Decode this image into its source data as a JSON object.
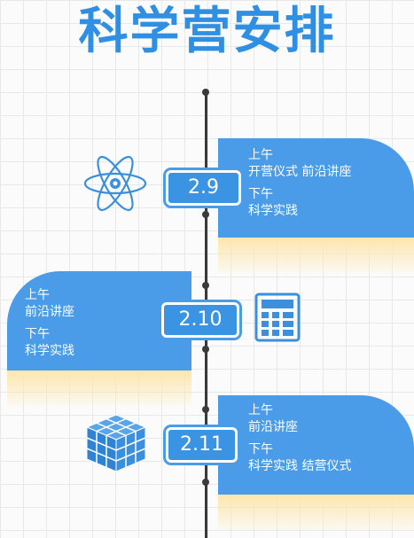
{
  "page": {
    "title": "科学营安排"
  },
  "schedule": [
    {
      "date": "2.9",
      "morning_label": "上午",
      "morning_activities": "开营仪式   前沿讲座",
      "afternoon_label": "下午",
      "afternoon_activities": "科学实践"
    },
    {
      "date": "2.10",
      "morning_label": "上午",
      "morning_activities": "前沿讲座",
      "afternoon_label": "下午",
      "afternoon_activities": "科学实践"
    },
    {
      "date": "2.11",
      "morning_label": "上午",
      "morning_activities": "前沿讲座",
      "afternoon_label": "下午",
      "afternoon_activities": "科学实践  结营仪式"
    }
  ],
  "icons": [
    "atom-icon",
    "calculator-icon",
    "cube-icon"
  ],
  "colors": {
    "title": "#2f8fe3",
    "card": "#4a9be8",
    "line": "#3a3a3a",
    "shadow": "#fde6ad"
  }
}
